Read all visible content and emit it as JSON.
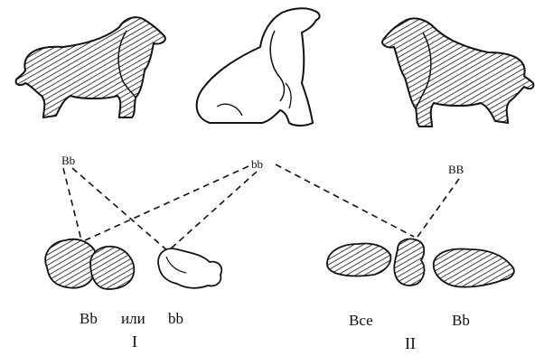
{
  "parents": {
    "left_genotype": "Bb",
    "middle_genotype": "bb",
    "right_genotype": "BB"
  },
  "cross_I": {
    "label": "I",
    "dark_pups_genotype": "Bb",
    "connector": "или",
    "light_pup_genotype": "bb"
  },
  "cross_II": {
    "label": "II",
    "prefix": "Все",
    "pups_genotype": "Bb"
  },
  "colors": {
    "ink": "#111111",
    "background": "#ffffff"
  }
}
